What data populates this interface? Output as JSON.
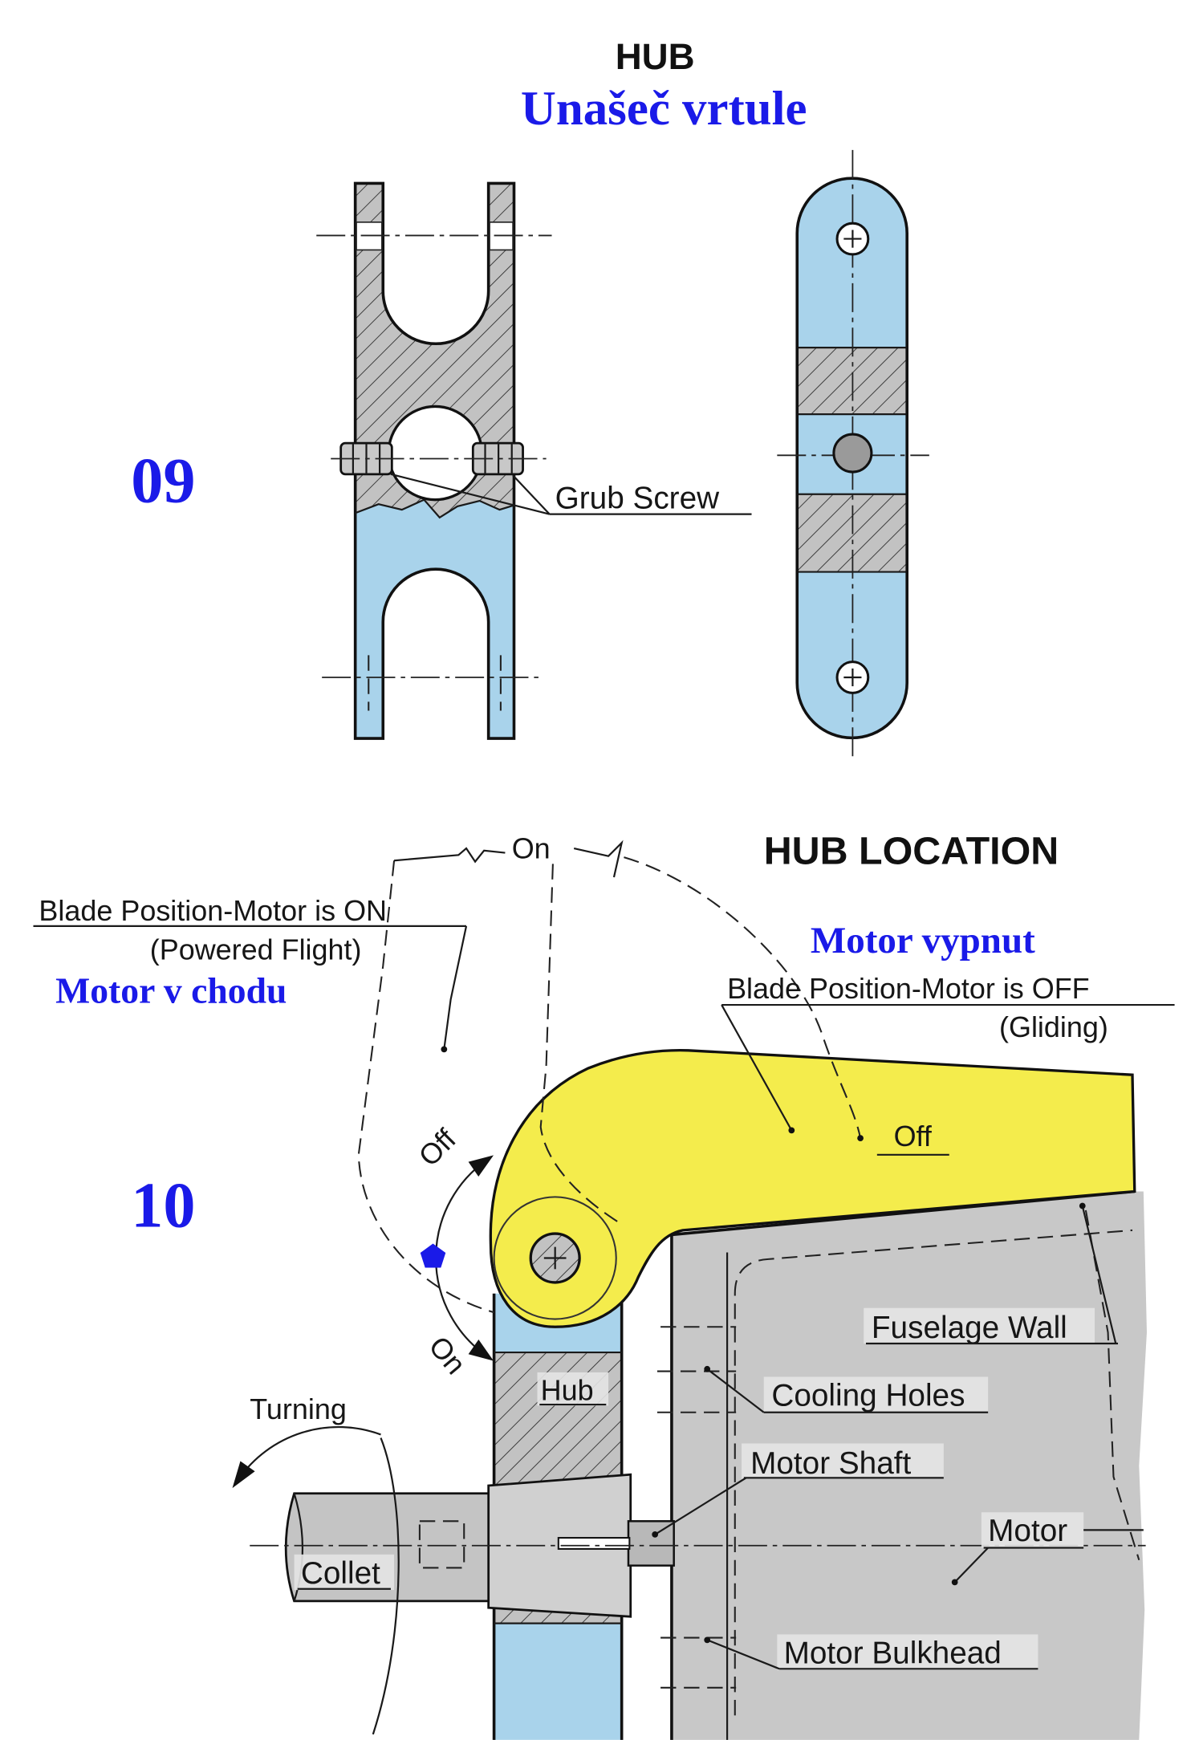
{
  "colors": {
    "blue_text": "#1a1ae8",
    "light_blue_fill": "#a9d3eb",
    "blade_yellow": "#f4ec4c",
    "fuselage_gray": "#c8c8c8",
    "hatch_gray": "#c2c2c2",
    "pentagon_marker": "#1a1ae8"
  },
  "hub_section": {
    "title": "HUB",
    "subtitle": "Unašeč vrtule",
    "figure_number": "09",
    "grub_screw_label": "Grub Screw"
  },
  "hub_location_section": {
    "title": "HUB LOCATION",
    "figure_number": "10",
    "on_marker": "On",
    "blade_on": {
      "label": "Blade Position-Motor is ON",
      "note": "(Powered Flight)",
      "czech": "Motor v chodu"
    },
    "blade_off": {
      "label": "Blade Position-Motor is OFF",
      "note": "(Gliding)",
      "czech": "Motor vypnut"
    },
    "blade_off_marker": "Off",
    "rotation_off": "Off",
    "rotation_on": "On",
    "labels": {
      "fuselage_wall": "Fuselage Wall",
      "hub": "Hub",
      "cooling_holes": "Cooling Holes",
      "turning": "Turning",
      "motor_shaft": "Motor Shaft",
      "motor": "Motor",
      "collet": "Collet",
      "motor_bulkhead": "Motor Bulkhead"
    }
  }
}
